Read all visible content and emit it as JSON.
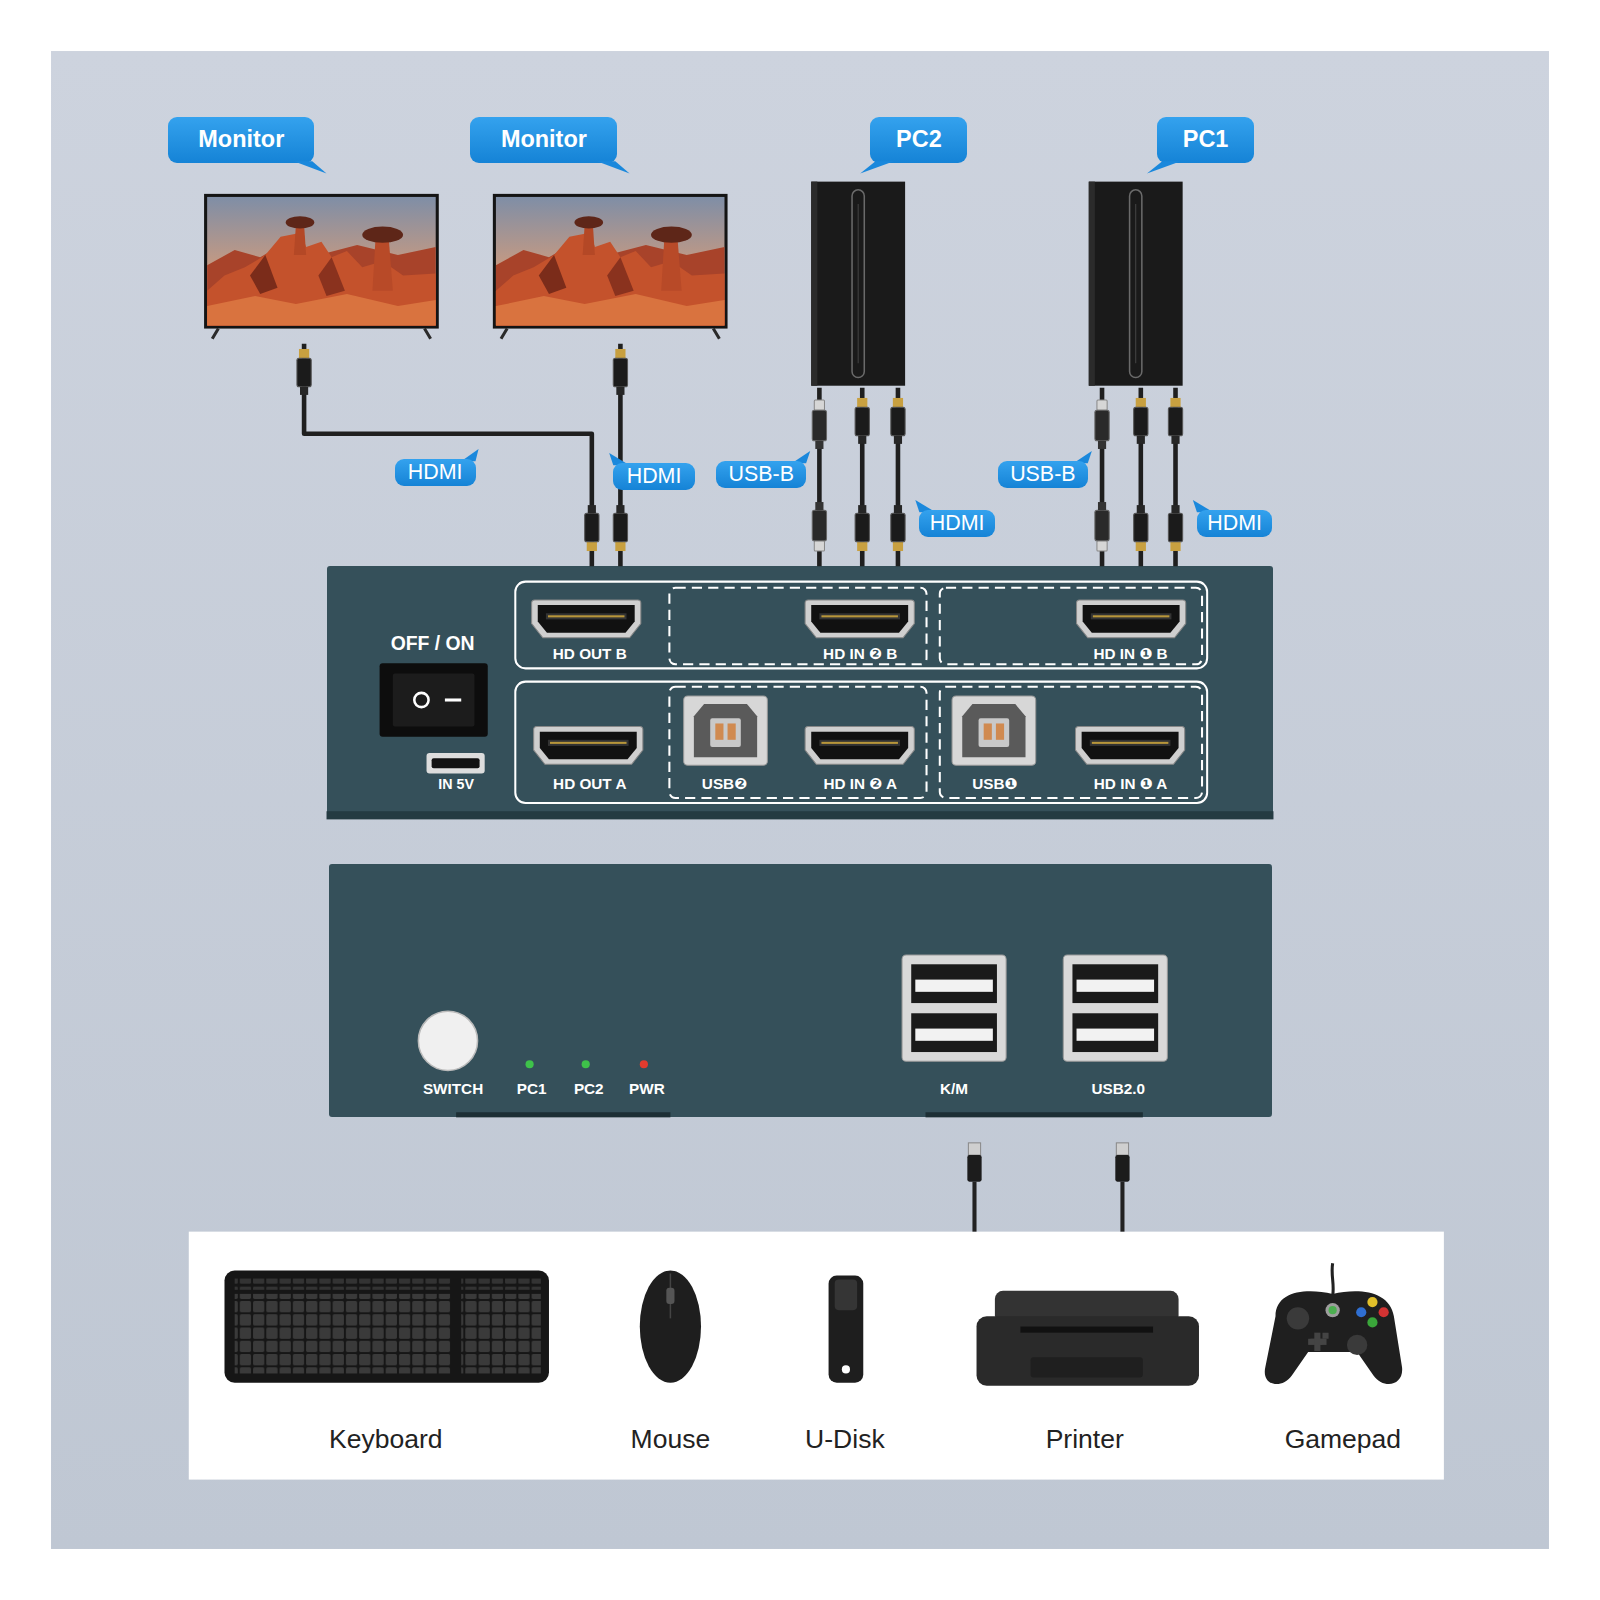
{
  "diagram": {
    "nodes": [
      {
        "text": [
          "Monitor"
        ]
      },
      {
        "text": [
          "Monitor"
        ]
      },
      {
        "text": [
          "PC2"
        ]
      },
      {
        "text": [
          "PC1"
        ]
      },
      {
        "text": [
          "OFF / ON",
          "IN 5V"
        ]
      },
      {
        "text": [
          "HD OUT B"
        ],
        "in": 4
      },
      {
        "text": [
          "HD IN ❷ B"
        ],
        "in": 4
      },
      {
        "text": [
          "HD IN ❶ B"
        ],
        "in": 4
      },
      {
        "text": [
          "HD OUT A"
        ],
        "in": 4
      },
      {
        "text": [
          "USB❷"
        ],
        "in": 4
      },
      {
        "text": [
          "HD IN ❷ A"
        ],
        "in": 4
      },
      {
        "text": [
          "USB❶"
        ],
        "in": 4
      },
      {
        "text": [
          "HD IN ❶ A"
        ],
        "in": 4
      },
      {
        "text": [
          "SWITCH",
          "PC1",
          "PC2",
          "PWR"
        ]
      },
      {
        "text": [
          "K/M"
        ],
        "in": 13
      },
      {
        "text": [
          "USB2.0"
        ],
        "in": 13
      },
      {
        "text": [
          "Keyboard"
        ]
      },
      {
        "text": [
          "Mouse"
        ]
      },
      {
        "text": [
          "U-Disk"
        ]
      },
      {
        "text": [
          "Printer"
        ]
      },
      {
        "text": [
          "Gamepad"
        ]
      }
    ],
    "edges": [
      {
        "from": 0,
        "to": 4,
        "arrow": "none",
        "label": "HDMI"
      },
      {
        "from": 1,
        "to": 4,
        "arrow": "none",
        "label": "HDMI"
      },
      {
        "from": 2,
        "to": 4,
        "arrow": "none",
        "label": "USB-B"
      },
      {
        "from": 2,
        "to": 4,
        "arrow": "none"
      },
      {
        "from": 2,
        "to": 4,
        "arrow": "none",
        "label": "HDMI"
      },
      {
        "from": 3,
        "to": 4,
        "arrow": "none",
        "label": "USB-B"
      },
      {
        "from": 3,
        "to": 4,
        "arrow": "none"
      },
      {
        "from": 3,
        "to": 4,
        "arrow": "none",
        "label": "HDMI"
      }
    ]
  }
}
